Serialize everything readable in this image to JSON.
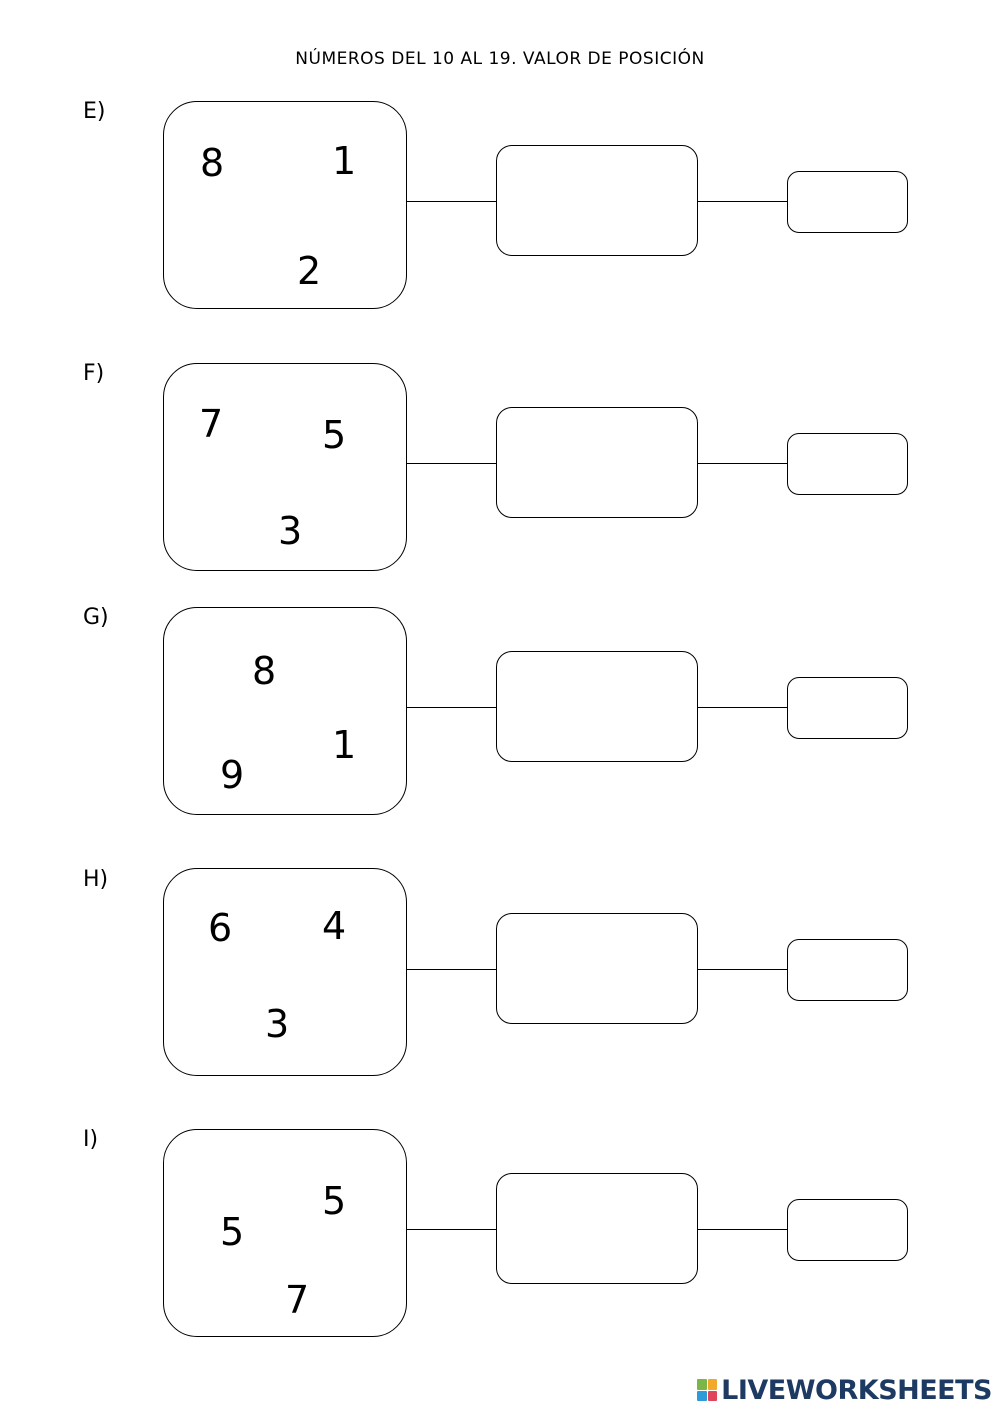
{
  "title": "NÚMEROS DEL 10 AL 19. VALOR DE POSICIÓN",
  "rows": [
    {
      "label": "E)",
      "digits": [
        "8",
        "1",
        "2"
      ]
    },
    {
      "label": "F)",
      "digits": [
        "7",
        "5",
        "3"
      ]
    },
    {
      "label": "G)",
      "digits": [
        "8",
        "1",
        "9"
      ]
    },
    {
      "label": "H)",
      "digits": [
        "6",
        "4",
        "3"
      ]
    },
    {
      "label": "I)",
      "digits": [
        "5",
        "5",
        "7"
      ]
    }
  ],
  "brand": {
    "text": "LIVEWORKSHEETS",
    "colors": [
      "#7ab648",
      "#f0a92b",
      "#2d9bd8",
      "#e0465b"
    ]
  }
}
